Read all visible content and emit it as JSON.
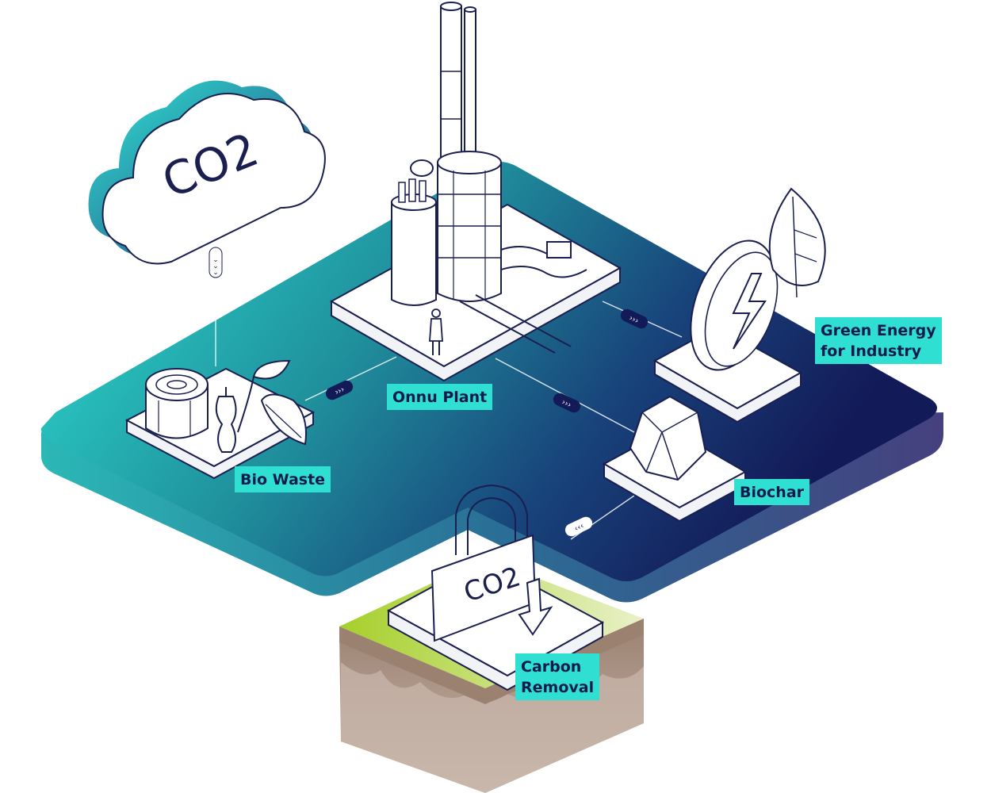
{
  "cloud": {
    "text": "CO2"
  },
  "lock": {
    "text": "CO2"
  },
  "labels": {
    "plant": "Onnu Plant",
    "bio_waste": "Bio Waste",
    "green_energy": "Green Energy\nfor Industry",
    "biochar": "Biochar",
    "carbon_removal": "Carbon\nRemoval"
  },
  "colors": {
    "ink": "#1a1f4f",
    "teal": "#2ad9cb",
    "navy": "#141a57",
    "grass": "#a8cc2e",
    "soil": "#a8917f",
    "label_bg": "#2fe0d2"
  }
}
